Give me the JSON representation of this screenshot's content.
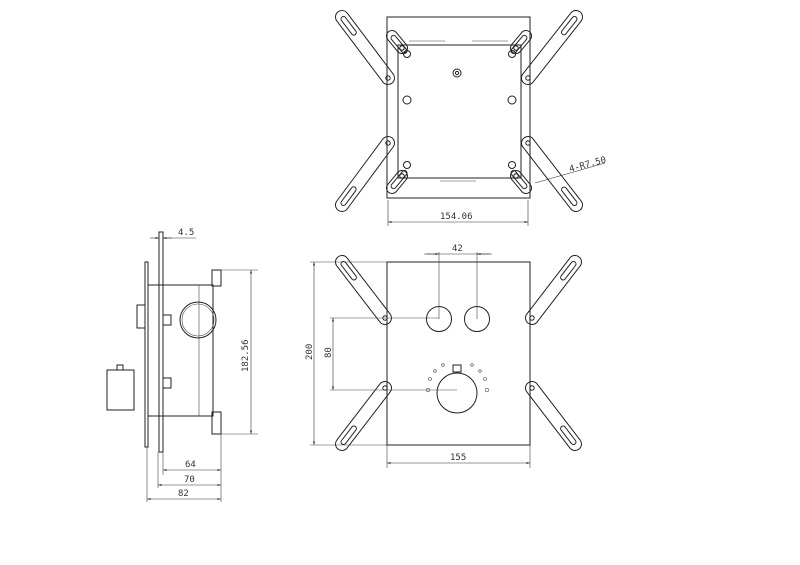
{
  "drawing": {
    "top_view": {
      "width_dim": "154.06",
      "radius_note": "4-R7.50"
    },
    "side_view": {
      "plate_dim": "4.5",
      "height_dim": "182.56",
      "depth_dims": [
        "64",
        "70",
        "82"
      ]
    },
    "front_view": {
      "button_spacing_dim": "42",
      "height_dim": "200",
      "vertical_offset_dim": "80",
      "width_dim": "155"
    },
    "line_color": "#222222"
  }
}
